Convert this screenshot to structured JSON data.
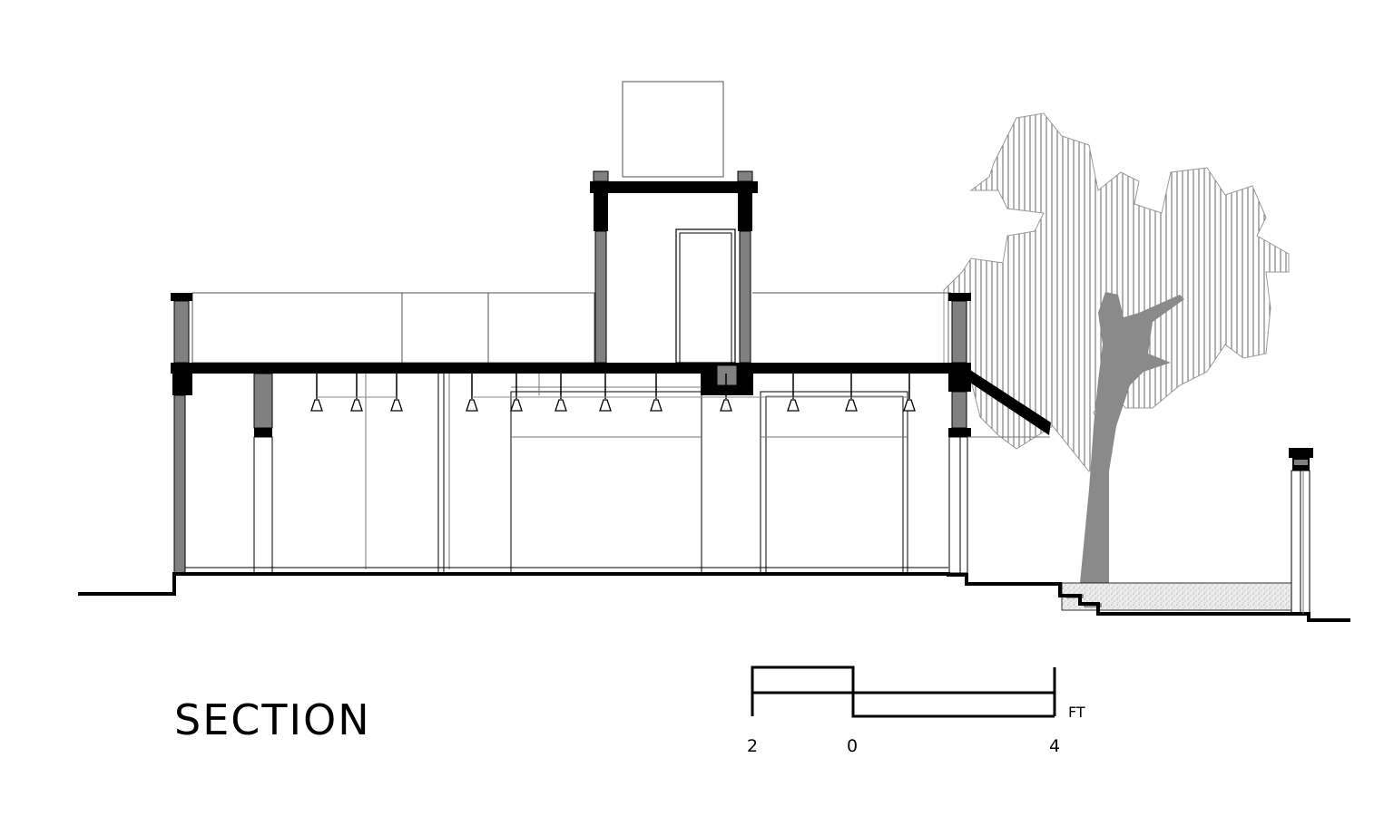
{
  "drawing": {
    "title": "SECTION",
    "scale_bar": {
      "labels": [
        "2",
        "0",
        "4"
      ],
      "unit": "FT"
    }
  },
  "colors": {
    "ink": "#000000",
    "wall_fill": "#808080",
    "tree_fill": "#8a8a8a",
    "hatch": "#666666"
  }
}
